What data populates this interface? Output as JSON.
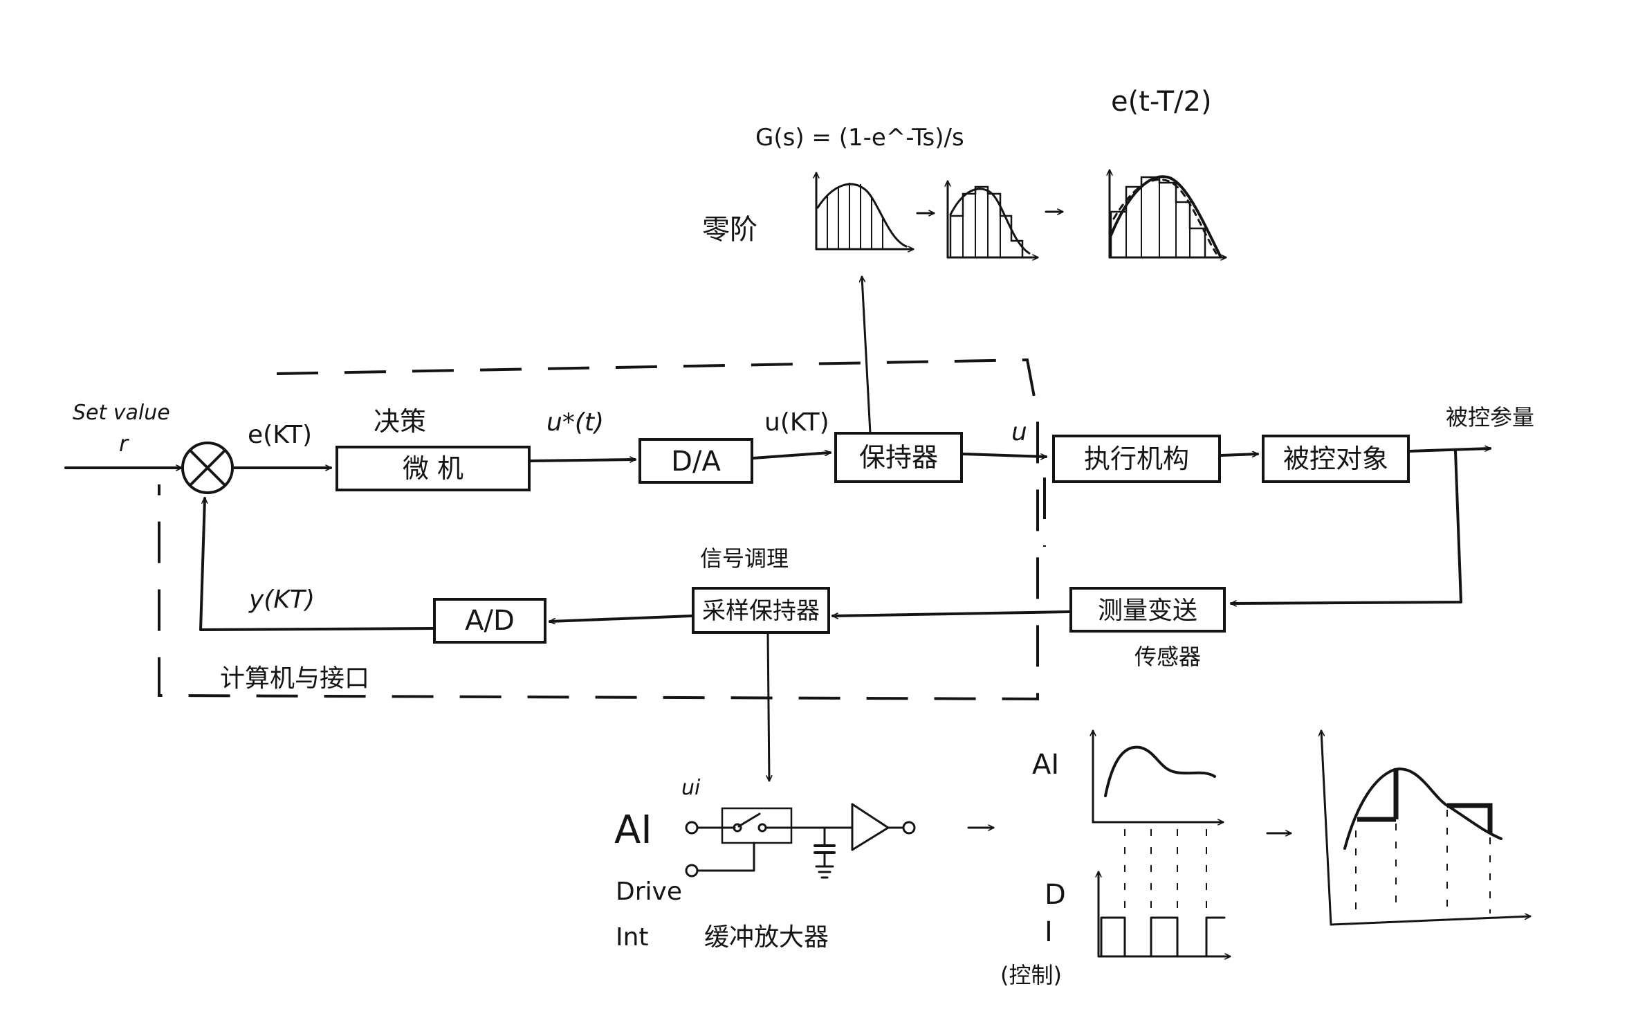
{
  "input": {
    "set_value": "Set value",
    "r": "r"
  },
  "signals": {
    "e_kt": "e(KT)",
    "u_star": "u*(t)",
    "u_kt": "u(KT)",
    "u": "u",
    "y_kt": "y(KT)",
    "output": "被控参量"
  },
  "blocks": {
    "computer_caption": "决策",
    "computer": "微 机",
    "da": "D/A",
    "hold": "保持器",
    "actuator": "执行机构",
    "plant": "被控对象",
    "transmitter": "测量变送",
    "sensor_caption": "传感器",
    "ad": "A/D",
    "sample_hold": "采样保持器",
    "conditioning_caption": "信号调理"
  },
  "group_label": "计算机与接口",
  "zoh": {
    "label": "零阶",
    "transfer": "G(s) = (1-e^-Ts)/s",
    "delay": "e(t-T/2)"
  },
  "circuit": {
    "ai": "AI",
    "ui": "ui",
    "drive": "Drive",
    "int": "Int",
    "buffer": "缓冲放大器"
  },
  "plots": {
    "ai": "AI",
    "d": "D",
    "i": "I",
    "control": "(控制)"
  }
}
